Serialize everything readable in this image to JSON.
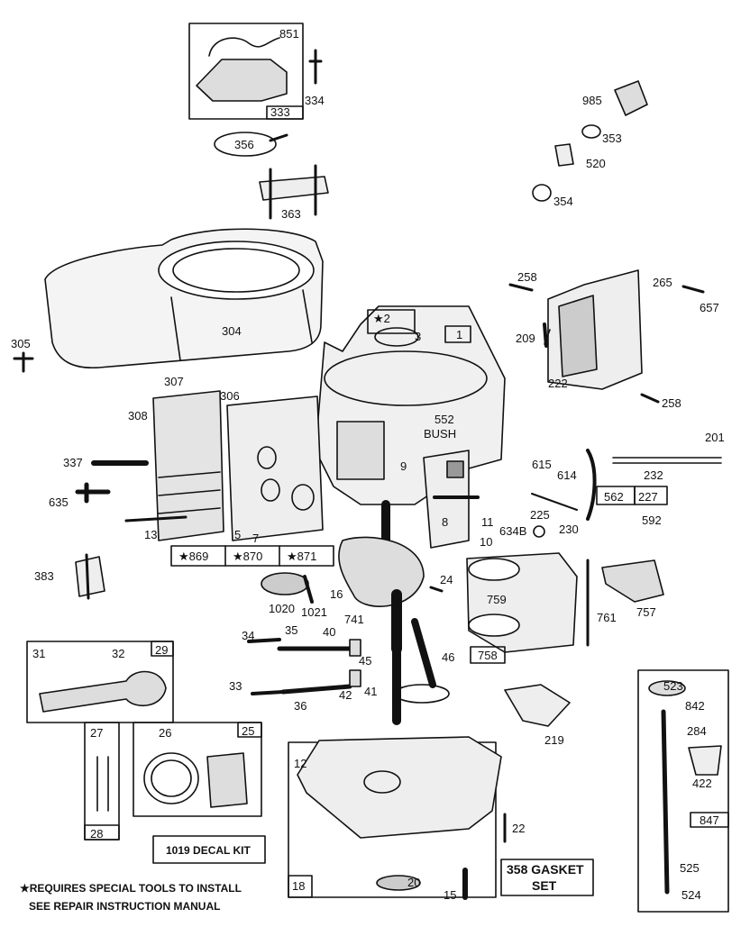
{
  "diagram": {
    "parts": {
      "p851": "851",
      "p334": "334",
      "p333": "333",
      "p356": "356",
      "p363": "363",
      "p985": "985",
      "p353": "353",
      "p520": "520",
      "p354": "354",
      "p258a": "258",
      "p265": "265",
      "p657": "657",
      "p209": "209",
      "p222": "222",
      "p258b": "258",
      "p304": "304",
      "p305": "305",
      "p2": "★2",
      "p3": "3",
      "p1": "1",
      "p307": "307",
      "p306": "306",
      "p308": "308",
      "p552": "552",
      "bush": "BUSH",
      "p201": "201",
      "p232": "232",
      "p615": "615",
      "p614": "614",
      "p225": "225",
      "p230": "230",
      "p562": "562",
      "p227": "227",
      "p592": "592",
      "p634": "634B",
      "p337": "337",
      "p635": "635",
      "p13": "13",
      "p5": "5",
      "p7": "7",
      "p869": "★869",
      "p870": "★870",
      "p871": "★871",
      "p9": "9",
      "p8": "8",
      "p11": "11",
      "p10": "10",
      "p383": "383",
      "p1020": "1020",
      "p1021": "1021",
      "p16": "16",
      "p24": "24",
      "p759": "759",
      "p761": "761",
      "p757": "757",
      "p758": "758",
      "p741": "741",
      "p34": "34",
      "p35": "35",
      "p40": "40",
      "p45": "45",
      "p46": "46",
      "p31": "31",
      "p32": "32",
      "p29": "29",
      "p33": "33",
      "p36": "36",
      "p42": "42",
      "p41": "41",
      "p219": "219",
      "p523": "523",
      "p842": "842",
      "p284": "284",
      "p422": "422",
      "p847": "847",
      "p525": "525",
      "p524": "524",
      "p27": "27",
      "p28": "28",
      "p26": "26",
      "p25": "25",
      "p12": "12",
      "p22": "22",
      "p18": "18",
      "p20": "20",
      "p15": "15"
    },
    "decal_kit": "1019 DECAL KIT",
    "gasket_line1": "358 GASKET",
    "gasket_line2": "SET",
    "footnote_line1": "★REQUIRES SPECIAL TOOLS TO INSTALL",
    "footnote_line2": "SEE REPAIR INSTRUCTION MANUAL"
  }
}
